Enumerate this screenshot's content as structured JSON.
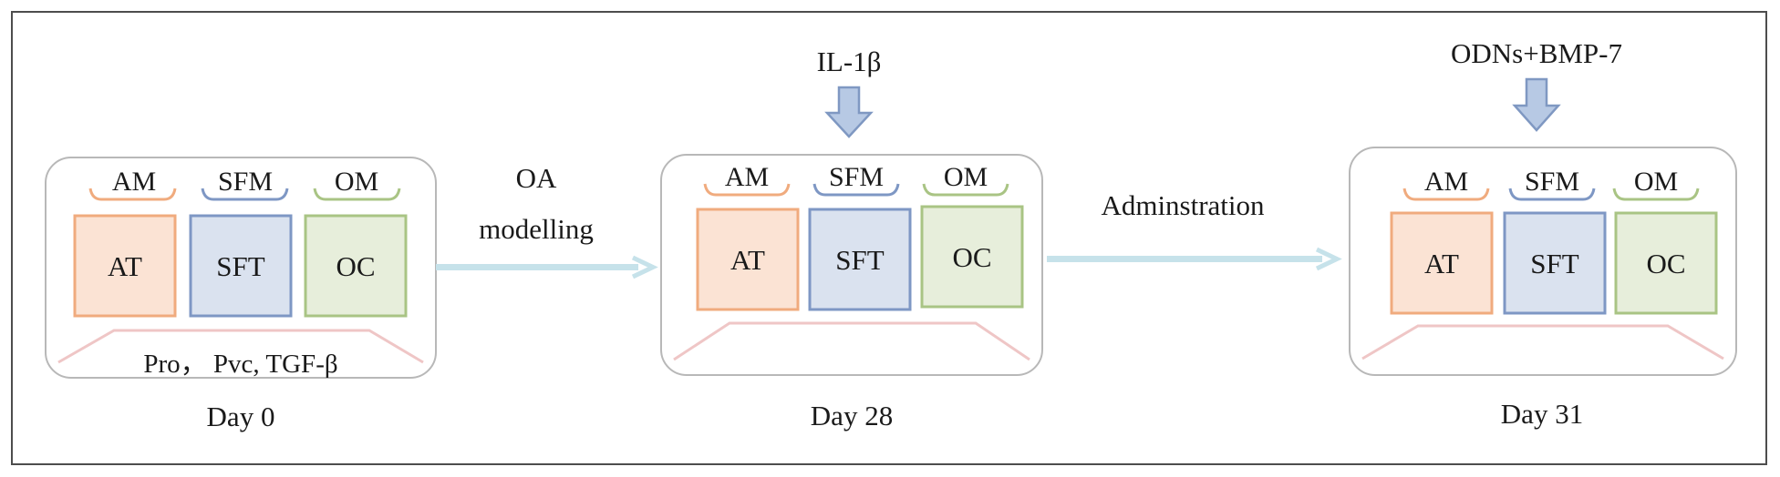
{
  "stages": [
    {
      "day": "Day 0",
      "media": [
        "AM",
        "SFM",
        "OM"
      ],
      "tissues": [
        "AT",
        "SFT",
        "OC"
      ],
      "note": "Pro， Pvc, TGF-β",
      "input": ""
    },
    {
      "day": "Day 28",
      "media": [
        "AM",
        "SFM",
        "OM"
      ],
      "tissues": [
        "AT",
        "SFT",
        "OC"
      ],
      "note": "",
      "input": "IL-1β"
    },
    {
      "day": "Day 31",
      "media": [
        "AM",
        "SFM",
        "OM"
      ],
      "tissues": [
        "AT",
        "SFT",
        "OC"
      ],
      "note": "",
      "input": "ODNs+BMP-7"
    }
  ],
  "transitions": [
    {
      "lines": [
        "OA",
        "modelling"
      ]
    },
    {
      "lines": [
        "Adminstration"
      ]
    }
  ],
  "colors": {
    "frame": "#4d4d4d",
    "panel_border": "#b8b8b8",
    "base_tray": "#efc6c6",
    "adipose": {
      "fill": "#fbe3d4",
      "stroke": "#f0ab7e"
    },
    "synovial": {
      "fill": "#dae2ef",
      "stroke": "#7e97c4"
    },
    "osteochondral": {
      "fill": "#e7eedb",
      "stroke": "#a9c484"
    },
    "arrow": "#c6e2ea",
    "down_arrow_fill": "#b7c9e4",
    "down_arrow_stroke": "#7f98c2"
  }
}
